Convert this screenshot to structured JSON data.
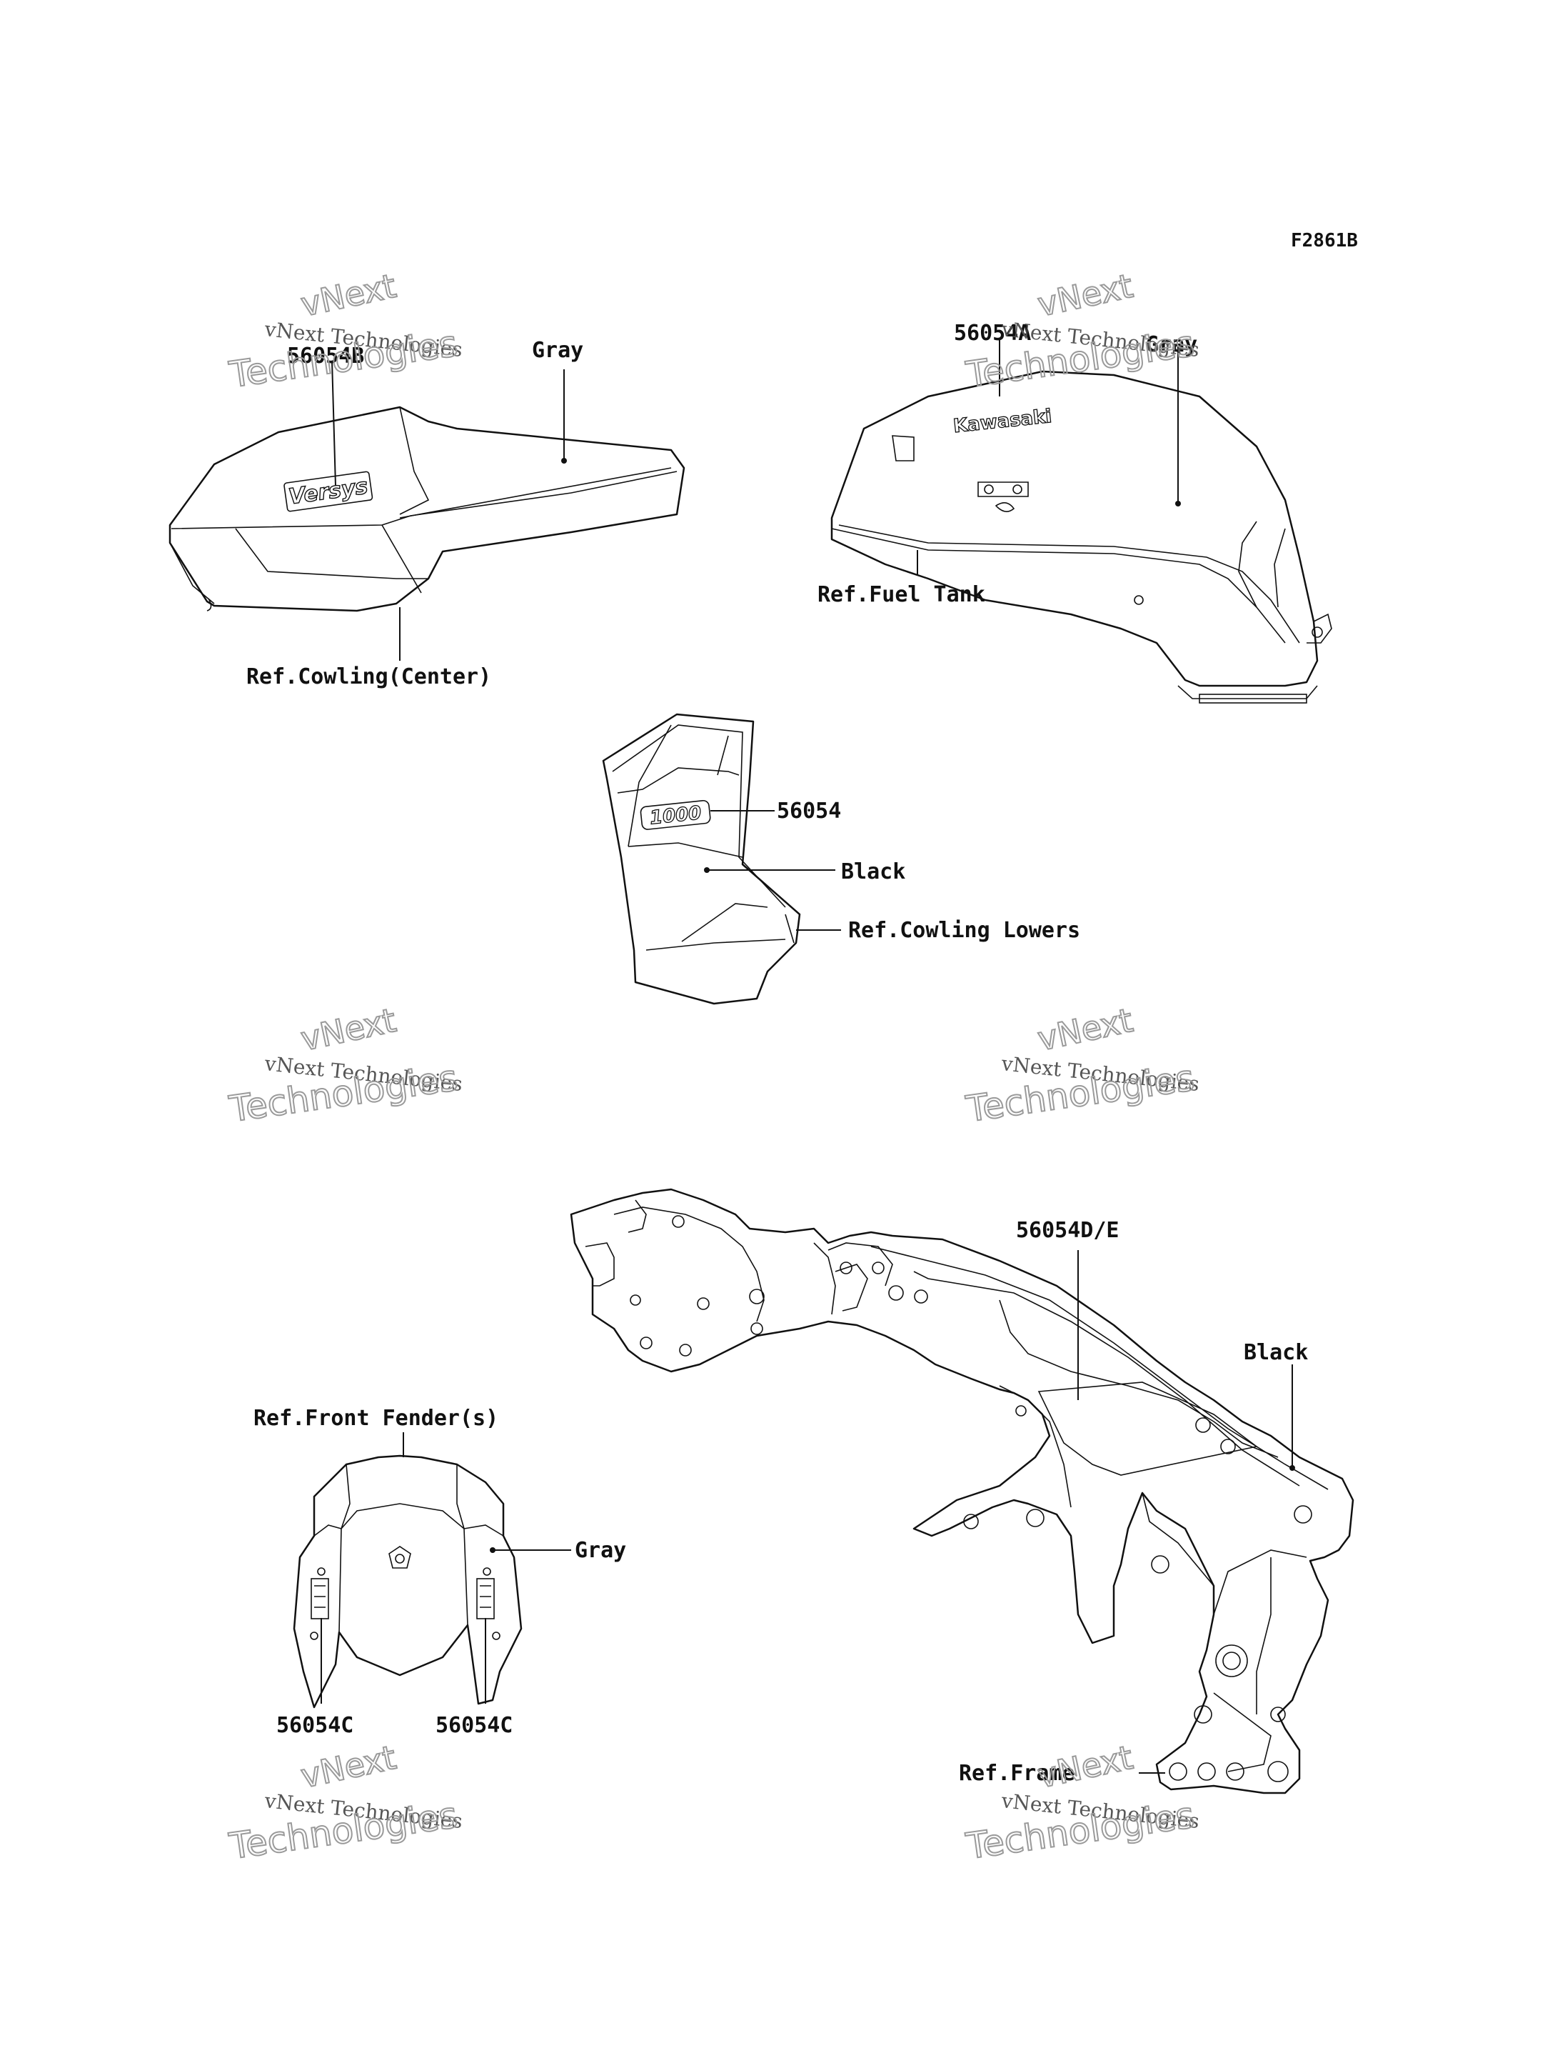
{
  "figure_code": "F2861B",
  "watermark": {
    "line1": "vNext Technologies",
    "line2": "Technologies",
    "line3": "vNext"
  },
  "labels": {
    "cowling_center": {
      "part_no": "56054B",
      "color": "Gray",
      "ref": "Ref.Cowling(Center)",
      "emblem": "Versys"
    },
    "fuel_tank": {
      "part_no": "56054A",
      "color": "Gray",
      "ref": "Ref.Fuel Tank",
      "emblem": "Kawasaki"
    },
    "cowling_lowers": {
      "part_no": "56054",
      "color": "Black",
      "ref": "Ref.Cowling Lowers",
      "emblem": "1000"
    },
    "front_fender": {
      "ref": "Ref.Front Fender(s)",
      "color": "Gray",
      "part_no_left": "56054C",
      "part_no_right": "56054C"
    },
    "frame": {
      "part_no": "56054D/E",
      "color": "Black",
      "ref": "Ref.Frame"
    }
  }
}
